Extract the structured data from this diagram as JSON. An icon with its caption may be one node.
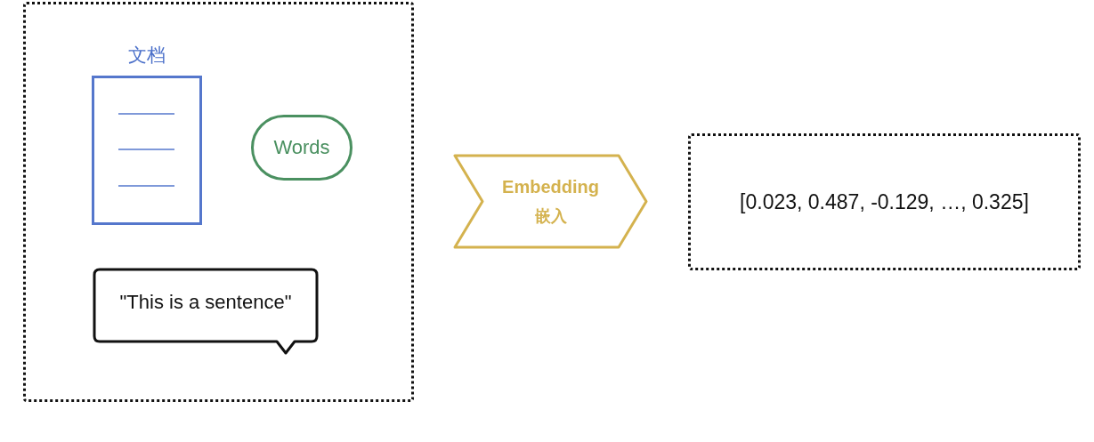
{
  "diagram": {
    "nodes": [
      {
        "text": [],
        "shape": "box"
      },
      {
        "text": [
          "文档"
        ],
        "in": 0
      },
      {
        "text": [
          "Words"
        ],
        "in": 0
      },
      {
        "text": [
          "\"This is a sentence\""
        ],
        "in": 0
      },
      {
        "text": [
          "Embedding",
          "嵌入"
        ]
      },
      {
        "text": [
          "[0.023, 0.487, -0.129, …, 0.325]"
        ]
      }
    ]
  }
}
